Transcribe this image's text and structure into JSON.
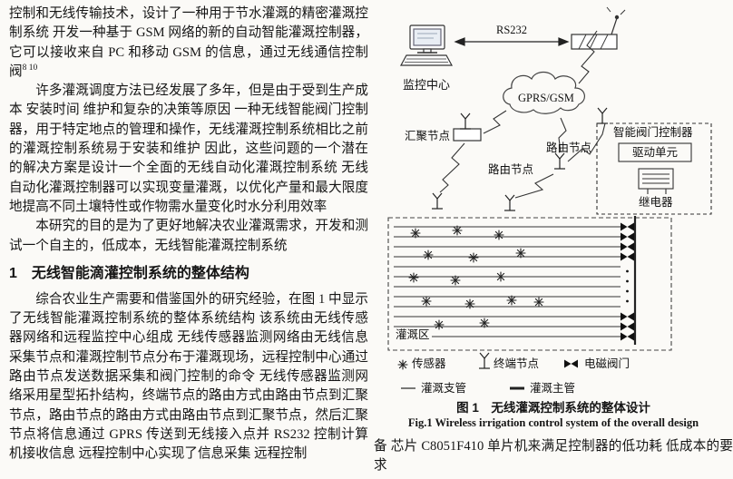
{
  "article": {
    "para1": "控制和无线传输技术，设计了一种用于节水灌溉的精密灌溉控制系统 开发一种基于 GSM 网络的新的自动智能灌溉控制器，它可以接收来自 PC 和移动 GSM 的信息，通过无线通信控制阀",
    "para1_ref": "8 10",
    "para2": "许多灌溉调度方法已经发展了多年，但是由于受到生产成本 安装时间 维护和复杂的决策等原因 一种无线智能阀门控制器，用于特定地点的管理和操作，无线灌溉控制系统相比之前的灌溉控制系统易于安装和维护 因此，这些问题的一个潜在的解决方案是设计一个全面的无线自动化灌溉控制系统 无线自动化灌溉控制器可以实现变量灌溉，以优化产量和最大限度地提高不同土壤特性或作物需水量变化时水分利用效率",
    "para3": "本研究的目的是为了更好地解决农业灌溉需求，开发和测试一个自主的，低成本，无线智能灌溉控制系统",
    "heading1": "1　无线智能滴灌控制系统的整体结构",
    "para4": "综合农业生产需要和借鉴国外的研究经验，在图 1 中显示了无线智能灌溉控制系统的整体系统结构 该系统由无线传感器网络和远程监控中心组成 无线传感器监测网络由无线信息采集节点和灌溉控制节点分布于灌溉现场，远程控制中心通过路由节点发送数据采集和阀门控制的命令 无线传感器监测网络采用星型拓扑结构，终端节点的路由方式由路由节点到汇聚节点，路由节点的路由方式由路由节点到汇聚节点，然后汇聚节点将信息通过 GPRS 传送到无线接入点并 RS232 控制计算机接收信息 远程控制中心实现了信息采集 远程控制",
    "para5": "备 芯片 C8051F410 单片机来满足控制器的低功耗 低成本的要求"
  },
  "figure": {
    "rs232": "RS232",
    "monitor_center": "监控中心",
    "gprs": "GPRS/GSM",
    "sink_node": "汇聚节点",
    "route_node1": "路由节点",
    "route_node2": "路由节点",
    "valve_controller": "智能阀门控制器",
    "drive_unit": "驱动单元",
    "relay": "继电器",
    "irrigation_area": "灌溉区",
    "legend_sensor": "传感器",
    "legend_terminal": "终端节点",
    "legend_valve": "电磁阀门",
    "legend_branch": "灌溉支管",
    "legend_main": "灌溉主管",
    "caption_cn": "图 1　无线灌溉控制系统的整体设计",
    "caption_en": "Fig.1 Wireless irrigation control system of the overall design"
  }
}
